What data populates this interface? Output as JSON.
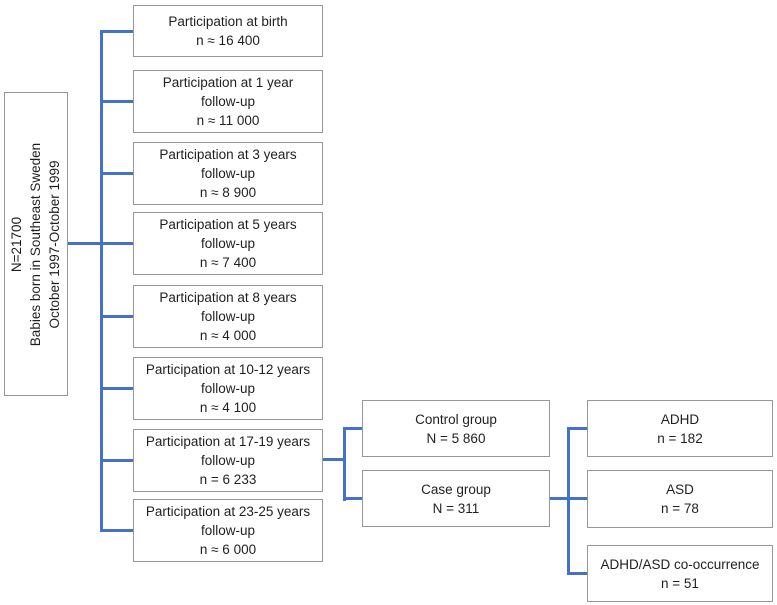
{
  "colors": {
    "line": "#4472C4",
    "border": "#979797",
    "text": "#1f1f1f",
    "background": "#ffffff"
  },
  "root_box": {
    "lines": [
      "N=21700",
      "Babies born in Southeast Sweden",
      "October 1997-October 1999"
    ]
  },
  "participation_boxes": [
    {
      "lines": [
        "Participation at birth",
        "n ≈ 16 400"
      ]
    },
    {
      "lines": [
        "Participation at 1 year",
        "follow-up",
        "n ≈ 11 000"
      ]
    },
    {
      "lines": [
        "Participation at 3 years",
        "follow-up",
        "n ≈ 8 900"
      ]
    },
    {
      "lines": [
        "Participation at 5 years",
        "follow-up",
        "n ≈ 7 400"
      ]
    },
    {
      "lines": [
        "Participation at 8 years",
        "follow-up",
        "n ≈ 4 000"
      ]
    },
    {
      "lines": [
        "Participation at 10-12 years",
        "follow-up",
        "n ≈ 4 100"
      ]
    },
    {
      "lines": [
        "Participation at 17-19 years",
        "follow-up",
        "n = 6 233"
      ]
    },
    {
      "lines": [
        "Participation at 23-25 years",
        "follow-up",
        "n ≈ 6 000"
      ]
    }
  ],
  "group_boxes": [
    {
      "lines": [
        "Control group",
        "N = 5 860"
      ]
    },
    {
      "lines": [
        "Case group",
        "N = 311"
      ]
    }
  ],
  "outcome_boxes": [
    {
      "lines": [
        "ADHD",
        "n = 182"
      ]
    },
    {
      "lines": [
        "ASD",
        "n = 78"
      ]
    },
    {
      "lines": [
        "ADHD/ASD co-occurrence",
        "n = 51"
      ]
    }
  ]
}
